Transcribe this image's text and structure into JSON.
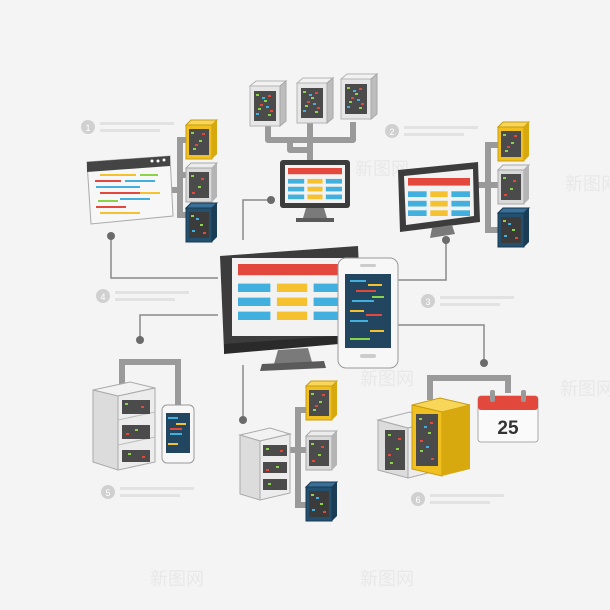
{
  "diagram": {
    "calendar_day": "25",
    "step_numbers": [
      "1",
      "2",
      "3",
      "4",
      "5",
      "6"
    ],
    "watermark": "新图网",
    "colors": {
      "background": "#f4f4f4",
      "connector": "#8a8a8a",
      "connector_dot": "#6b6b6b",
      "pipe": "#9a9a9a",
      "monitor_frame": "#3c3c3c",
      "screen_red": "#e2493c",
      "screen_blue": "#41b0de",
      "screen_yellow": "#f5c12e",
      "server_yellow": "#f0c020",
      "server_blue": "#23506e",
      "server_grey": "#cfcfcf",
      "calendar_red": "#e2493c"
    }
  }
}
